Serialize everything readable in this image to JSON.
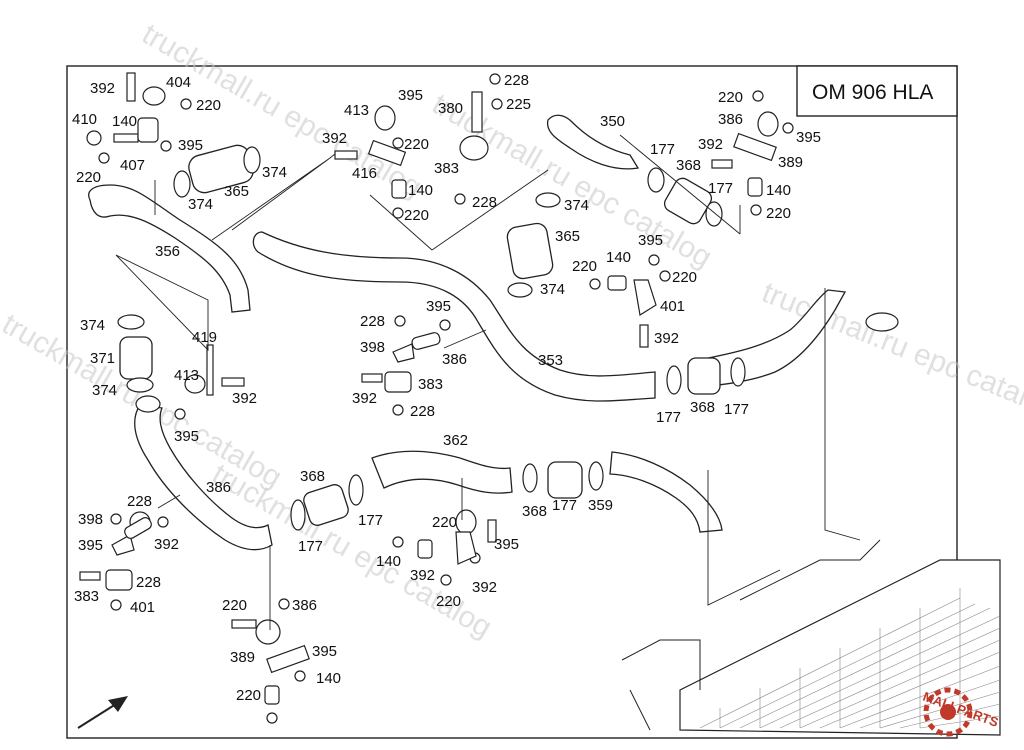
{
  "diagram": {
    "model_label": "OM 906 HLA",
    "watermarks": [
      "truckmall.ru epc catalog",
      "truckmall.ru epc catalog",
      "truckmall.ru epc catalog",
      "truckmall.ru epc catalog",
      "truckmall.ru epc catalog"
    ],
    "logo": {
      "text": "MALLPARTS",
      "color": "#c0392b"
    },
    "part_labels": [
      "392",
      "404",
      "220",
      "410",
      "140",
      "407",
      "220",
      "395",
      "374",
      "365",
      "374",
      "356",
      "413",
      "395",
      "220",
      "392",
      "416",
      "140",
      "220",
      "380",
      "228",
      "225",
      "383",
      "228",
      "350",
      "177",
      "368",
      "177",
      "220",
      "386",
      "395",
      "392",
      "389",
      "140",
      "220",
      "374",
      "365",
      "374",
      "395",
      "220",
      "140",
      "220",
      "401",
      "392",
      "374",
      "419",
      "371",
      "413",
      "392",
      "374",
      "395",
      "228",
      "395",
      "398",
      "386",
      "353",
      "392",
      "383",
      "228",
      "177",
      "368",
      "177",
      "362",
      "368",
      "177",
      "177",
      "368",
      "177",
      "359",
      "386",
      "228",
      "398",
      "395",
      "392",
      "383",
      "228",
      "401",
      "220",
      "140",
      "392",
      "395",
      "220",
      "392",
      "220",
      "386",
      "389",
      "395",
      "140",
      "220"
    ]
  }
}
